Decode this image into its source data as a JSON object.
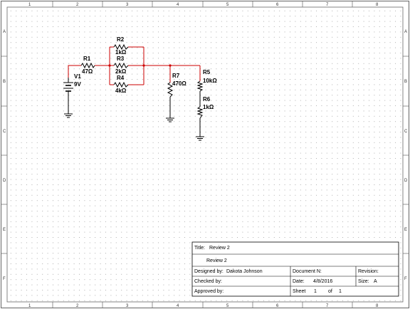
{
  "rulers": {
    "columns": [
      "1",
      "2",
      "3",
      "4",
      "5",
      "6",
      "7",
      "8"
    ],
    "rows": [
      "A",
      "B",
      "C",
      "D",
      "E",
      "F"
    ]
  },
  "components": {
    "R1": {
      "name": "R1",
      "value": "47Ω"
    },
    "R2": {
      "name": "R2",
      "value": "1kΩ"
    },
    "R3": {
      "name": "R3",
      "value": "2kΩ"
    },
    "R4": {
      "name": "R4",
      "value": "4kΩ"
    },
    "R5": {
      "name": "R5",
      "value": "10kΩ"
    },
    "R6": {
      "name": "R6",
      "value": "1kΩ"
    },
    "R7": {
      "name": "R7",
      "value": "470Ω"
    },
    "V1": {
      "name": "V1",
      "value": "9V"
    }
  },
  "title_block": {
    "title_label": "Title:",
    "title_value": "Review 2",
    "desc_value": "Review 2",
    "designed_by_label": "Designed by:",
    "designed_by_value": "Dakota Johnson",
    "document_label": "Document N:",
    "revision_label": "Revision:",
    "checked_by_label": "Checked by:",
    "date_label": "Date:",
    "date_value": "4/8/2016",
    "size_label": "Size:",
    "size_value": "A",
    "approved_by_label": "Approved by:",
    "sheet_label": "Sheet",
    "sheet_value": "1",
    "of_label": "of",
    "of_value": "1"
  },
  "colors": {
    "wire": "#cc0000",
    "component": "#000000",
    "grid_dot": "#b8b8b8",
    "frame": "#555555"
  }
}
